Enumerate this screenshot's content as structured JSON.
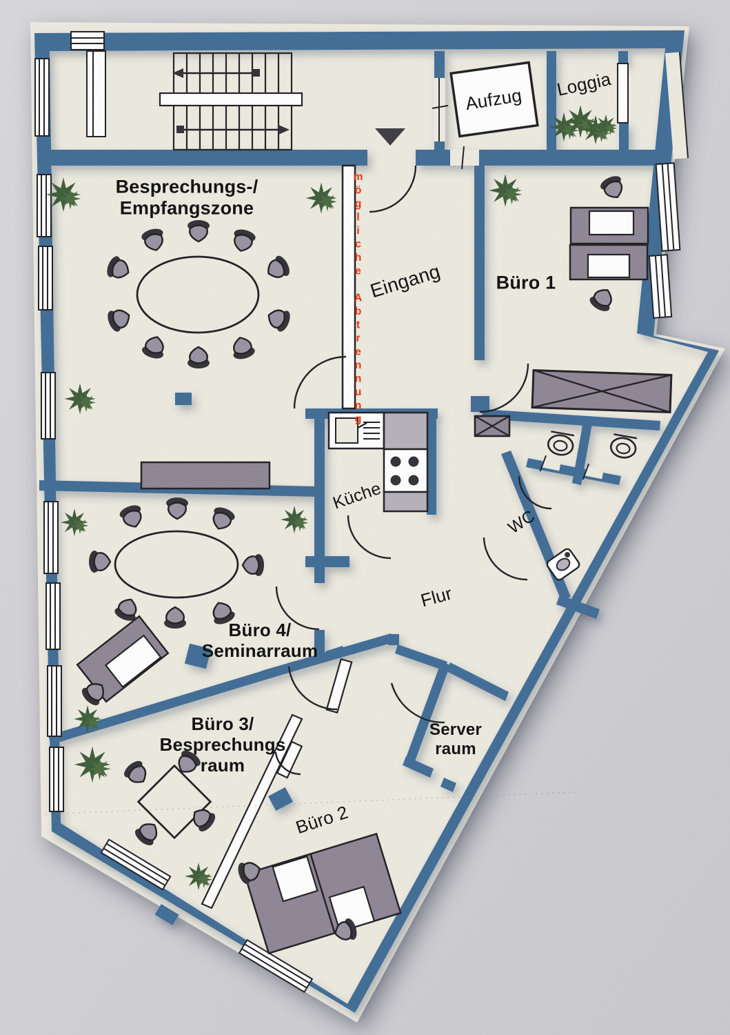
{
  "rooms": {
    "reception": {
      "label": "Besprechungs-/\nEmpfangszone"
    },
    "entrance": {
      "label": "Eingang"
    },
    "office1": {
      "label": "Büro 1"
    },
    "elevator": {
      "label": "Aufzug"
    },
    "loggia": {
      "label": "Loggia"
    },
    "kitchen": {
      "label": "Küche"
    },
    "hallway": {
      "label": "Flur"
    },
    "wc": {
      "label": "WC"
    },
    "office4": {
      "label": "Büro 4/\nSeminarraum"
    },
    "office3": {
      "label": "Büro 3/\nBesprechungs\nraum"
    },
    "office2": {
      "label": "Büro 2"
    },
    "server_room": {
      "label": "Server\nraum"
    }
  },
  "annotations": {
    "partition_note": "mögliche Abtrennung"
  },
  "colors": {
    "wall": "#3e6a94",
    "paper": "#edeadf",
    "background": "#d8d7db",
    "background-edge": "#c9c8cd",
    "line": "#1c1c20",
    "furniture": "#8d8494",
    "furniture-light": "#b6b0ba",
    "seat": "#97919f",
    "seat-dark": "#2e2e33",
    "plant": "#3a5a36",
    "plant-light": "#49693f",
    "annotation": "#e8390f",
    "text": "#141414"
  }
}
